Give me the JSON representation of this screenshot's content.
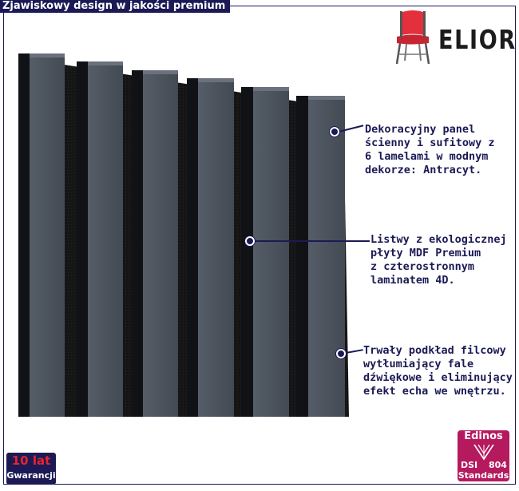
{
  "header": {
    "title": "Zjawiskowy design w jakości premium"
  },
  "brand": {
    "name": "ELIOR",
    "logo_icon": "chair-icon"
  },
  "callouts": [
    {
      "lines": [
        "Dekoracyjny panel",
        "ścienny i sufitowy z",
        "6 lamelami w modnym",
        "dekorze: Antracyt."
      ]
    },
    {
      "lines": [
        "Listwy z ekologicznej",
        "płyty MDF Premium",
        "z czterostronnym",
        "laminatem 4D."
      ]
    },
    {
      "lines": [
        "Trwały podkład filcowy",
        "wytłumiający fale",
        "dźwiękowe i eliminujący",
        "efekt echa we wnętrzu."
      ]
    }
  ],
  "warranty": {
    "years": "10 lat",
    "label": "Gwarancji"
  },
  "certification": {
    "name": "Edinos",
    "code_left": "DSI",
    "code_right": "804",
    "label": "Standards"
  },
  "colors": {
    "accent": "#1b1a55",
    "slat": "#4b525c",
    "felt": "#151515",
    "chair": "#e3303c",
    "cert": "#b5195e",
    "warranty_years": "#e32530"
  }
}
